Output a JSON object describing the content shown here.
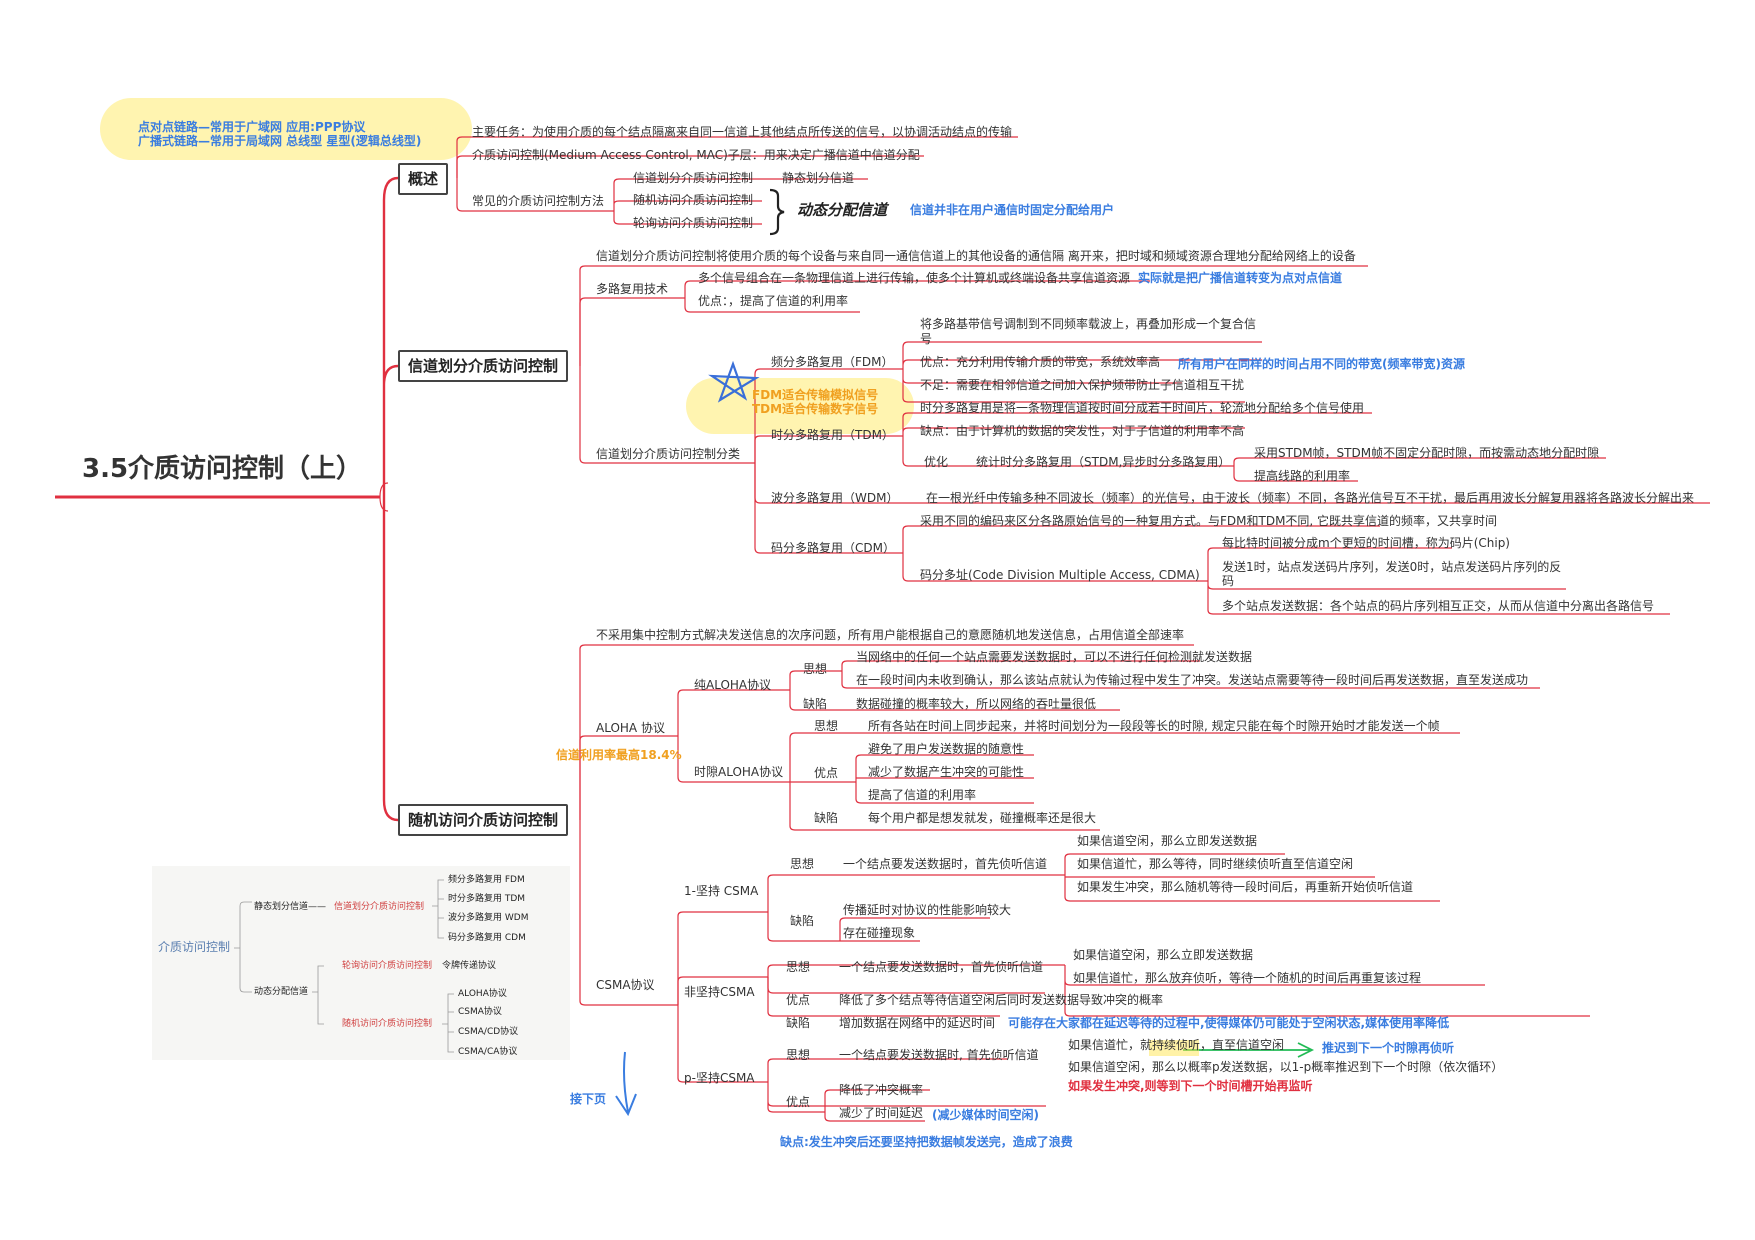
{
  "root": {
    "title": "3.5介质访问控制（上）"
  },
  "colors": {
    "branch": "#e03040",
    "line": "#e03040",
    "highlight": "#ffe650",
    "blue": "#3a7de0",
    "orange": "#f0a020"
  },
  "overview": {
    "label": "概述",
    "note1": "点对点链路—常用于广域网 应用:PPP协议",
    "note2": "广播式链路—常用于局域网 总线型 星型(逻辑总线型)",
    "task": "主要任务：为使用介质的每个结点隔离来自同一信道上其他结点所传送的信号，以协调活动结点的传输",
    "mac": "介质访问控制(Medium Access Control, MAC)子层：用来决定广播信道中信道分配",
    "methods": "常见的介质访问控制方法",
    "m1": "信道划分介质访问控制",
    "m1s": "静态划分信道",
    "m2": "随机访问介质访问控制",
    "m3": "轮询访问介质访问控制",
    "dynamic": "动态分配信道",
    "dynamic_note": "信道并非在用户通信时固定分配给用户"
  },
  "channel": {
    "label": "信道划分介质访问控制",
    "desc": "信道划分介质访问控制将使用介质的每个设备与来自同一通信信道上的其他设备的通信隔 离开来，把时域和频域资源合理地分配给网络上的设备",
    "mux": "多路复用技术",
    "mux1": "多个信号组合在一条物理信道上进行传输，使多个计算机或终端设备共享信道资源",
    "mux1_note": "实际就是把广播信道转变为点对点信道",
    "mux2": "优点：，提高了信道的利用率",
    "classify": "信道划分介质访问控制分类",
    "fdm": "频分多路复用（FDM）",
    "fdm1a": "将多路基带信号调制到不同频率载波上，再叠加形成一个复合信",
    "fdm1b": "号",
    "fdm2": "优点：充分利用传输介质的带宽，系统效率高",
    "fdm2_note": "所有用户在同样的时间占用不同的带宽(频率带宽)资源",
    "fdm3": "不足：需要在相邻信道之间加入保护频带防止子信道相互干扰",
    "fdm_note": "FDM适合传输模拟信号",
    "tdm_note": "TDM适合传输数字信号",
    "tdm": "时分多路复用（TDM）",
    "tdm1": "时分多路复用是将一条物理信道按时间分成若干时间片，轮流地分配给多个信号使用",
    "tdm2": "缺点：由于计算机的数据的突发性，对于子信道的利用率不高",
    "opt": "优化",
    "stdm": "统计时分多路复用（STDM,异步时分多路复用）",
    "stdm1": "采用STDM帧，STDM帧不固定分配时隙，而按需动态地分配时隙",
    "stdm2": "提高线路的利用率",
    "wdm": "波分多路复用（WDM）",
    "wdm1": "在一根光纤中传输多种不同波长（频率）的光信号，由于波长（频率）不同，各路光信号互不干扰，最后再用波长分解复用器将各路波长分解出来",
    "cdm": "码分多路复用（CDM）",
    "cdm1": "采用不同的编码来区分各路原始信号的一种复用方式。与FDM和TDM不同, 它既共享信道的频率，又共享时间",
    "cdma": "码分多址(Code Division Multiple Access, CDMA)",
    "cdma1": "每比特时间被分成m个更短的时间槽，称为码片(Chip)",
    "cdma2a": "发送1时，站点发送码片序列，发送0时，站点发送码片序列的反",
    "cdma2b": "码",
    "cdma3": "多个站点发送数据：各个站点的码片序列相互正交，从而从信道中分离出各路信号"
  },
  "random": {
    "label": "随机访问介质访问控制",
    "desc": "不采用集中控制方式解决发送信息的次序问题，所有用户能根据自己的意愿随机地发送信息，占用信道全部速率",
    "aloha": "ALOHA 协议",
    "aloha_note": "信道利用率最高18.4%",
    "pure": "纯ALOHA协议",
    "idea": "思想",
    "flaw": "缺陷",
    "adv": "优点",
    "pure1": "当网络中的任何一个站点需要发送数据时，可以不进行任何检测就发送数据",
    "pure2": "在一段时间内未收到确认，那么该站点就认为传输过程中发生了冲突。发送站点需要等待一段时间后再发送数据，直至发送成功",
    "pure3": "数据碰撞的概率较大，所以网络的吞吐量很低",
    "slot": "时隙ALOHA协议",
    "slot1": "所有各站在时间上同步起来，并将时间划分为一段段等长的时隙, 规定只能在每个时隙开始时才能发送一个帧",
    "slot2": "避免了用户发送数据的随意性",
    "slot3": "减少了数据产生冲突的可能性",
    "slot4": "提高了信道的利用率",
    "slot5": "每个用户都是想发就发，碰撞概率还是很大",
    "csma": "CSMA协议",
    "p1": "1-坚持 CSMA",
    "p1a": "一个结点要发送数据时，首先侦听信道",
    "p1b": "如果信道空闲，那么立即发送数据",
    "p1c": "如果信道忙，那么等待，同时继续侦听直至信道空闲",
    "p1d": "如果发生冲突，那么随机等待一段时间后，再重新开始侦听信道",
    "p1e": "传播延时对协议的性能影响较大",
    "p1f": "存在碰撞现象",
    "np": "非坚持CSMA",
    "npa": "一个结点要发送数据时，首先侦听信道",
    "npb": "如果信道空闲，那么立即发送数据",
    "npc": "如果信道忙，那么放弃侦听，等待一个随机的时间后再重复该过程",
    "npd": "降低了多个结点等待信道空闲后同时发送数据导致冲突的概率",
    "npe": "增加数据在网络中的延迟时间",
    "npe_note": "可能存在大家都在延迟等待的过程中,使得媒体仍可能处于空闲状态,媒体使用率降低",
    "pp": "p-坚持CSMA",
    "ppa": "一个结点要发送数据时, 首先侦听信道",
    "ppb": "如果信道忙，就持续侦听，直至信道空闲",
    "ppb_note": "推迟到下一个时隙再侦听",
    "ppc": "如果信道空闲，那么以概率p发送数据，以1-p概率推迟到下一个时隙（依次循环）",
    "ppc_note": "如果发生冲突,则等到下一个时间槽开始再监听",
    "ppd": "降低了冲突概率",
    "ppe": "减少了时间延迟",
    "ppe_note": "(减少媒体时间空闲)",
    "pp_flaw": "缺点:发生冲突后还要坚持把数据帧发送完，造成了浪费",
    "next": "接下页"
  },
  "inset": {
    "root": "介质访问控制",
    "static": "静态划分信道——",
    "static_red": "信道划分介质访问控制",
    "fdm": "频分多路复用 FDM",
    "tdm": "时分多路复用 TDM",
    "wdm": "波分多路复用 WDM",
    "cdm": "码分多路复用 CDM",
    "dyn": "动态分配信道",
    "poll": "轮询访问介质访问控制",
    "token": "令牌传递协议",
    "rand": "随机访问介质访问控制",
    "aloha": "ALOHA协议",
    "csma": "CSMA协议",
    "cd": "CSMA/CD协议",
    "ca": "CSMA/CA协议"
  }
}
